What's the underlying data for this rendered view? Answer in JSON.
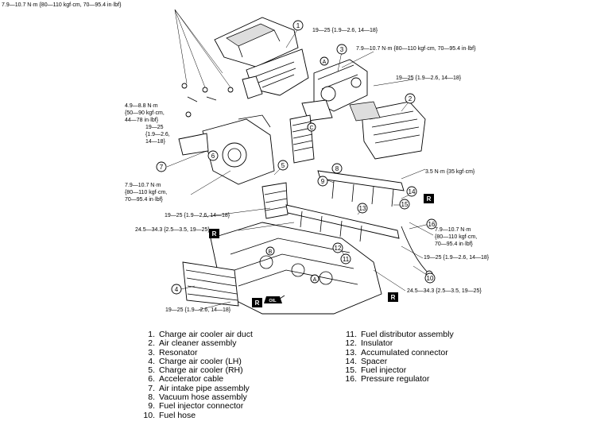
{
  "specs": {
    "s1": "7.9—10.7 N·m {80—110 kgf·cm, 70—95.4 in·lbf}",
    "s2": "19—25 {1.9—2.6, 14—18}",
    "s3": "7.9—10.7 N·m {80—110 kgf·cm, 70—95.4 in·lbf}",
    "s4": "19—25 {1.9—2.6, 14—18}",
    "s5a": "4.9—8.8 N·m",
    "s5b": "{50—90 kgf·cm,",
    "s5c": "44—78 in·lbf}",
    "s6a": "19—25",
    "s6b": "{1.9—2.6,",
    "s6c": "14—18}",
    "s7": "3.5 N·m {35 kgf·cm}",
    "s8a": "7.9—10.7 N·m",
    "s8b": "{80—110 kgf·cm,",
    "s8c": "70—95.4 in·lbf}",
    "s9": "19—25 {1.9—2.6, 14—18}",
    "s10": "24.5—34.3 {2.5—3.5, 19—25}",
    "s11a": "7.9—10.7 N·m",
    "s11b": "{80—110 kgf·cm,",
    "s11c": "70—95.4 in·lbf}",
    "s12": "19—25 {1.9—2.6, 14—18}",
    "s13": "24.5—34.3 {2.5—3.5, 19—25}",
    "s14": "19—25 {1.9—2.6, 14—18}"
  },
  "markers": {
    "r": "R",
    "a": "A",
    "b": "B",
    "c": "C",
    "oil": "OIL"
  },
  "callouts": [
    "1",
    "2",
    "3",
    "4",
    "5",
    "6",
    "7",
    "8",
    "9",
    "10",
    "11",
    "12",
    "13",
    "14",
    "15",
    "16"
  ],
  "legend_left": [
    {
      "n": "1.",
      "label": "Charge air cooler air duct"
    },
    {
      "n": "2.",
      "label": "Air cleaner assembly"
    },
    {
      "n": "3.",
      "label": "Resonator"
    },
    {
      "n": "4.",
      "label": "Charge air cooler (LH)"
    },
    {
      "n": "5.",
      "label": "Charge air cooler (RH)"
    },
    {
      "n": "6.",
      "label": "Accelerator cable"
    },
    {
      "n": "7.",
      "label": "Air intake pipe assembly"
    },
    {
      "n": "8.",
      "label": "Vacuum hose assembly"
    },
    {
      "n": "9.",
      "label": "Fuel injector connector"
    },
    {
      "n": "10.",
      "label": "Fuel hose"
    }
  ],
  "legend_right": [
    {
      "n": "11.",
      "label": "Fuel distributor assembly"
    },
    {
      "n": "12.",
      "label": "Insulator"
    },
    {
      "n": "13.",
      "label": "Accumulated connector"
    },
    {
      "n": "14.",
      "label": "Spacer"
    },
    {
      "n": "15.",
      "label": "Fuel injector"
    },
    {
      "n": "16.",
      "label": "Pressure regulator"
    }
  ]
}
